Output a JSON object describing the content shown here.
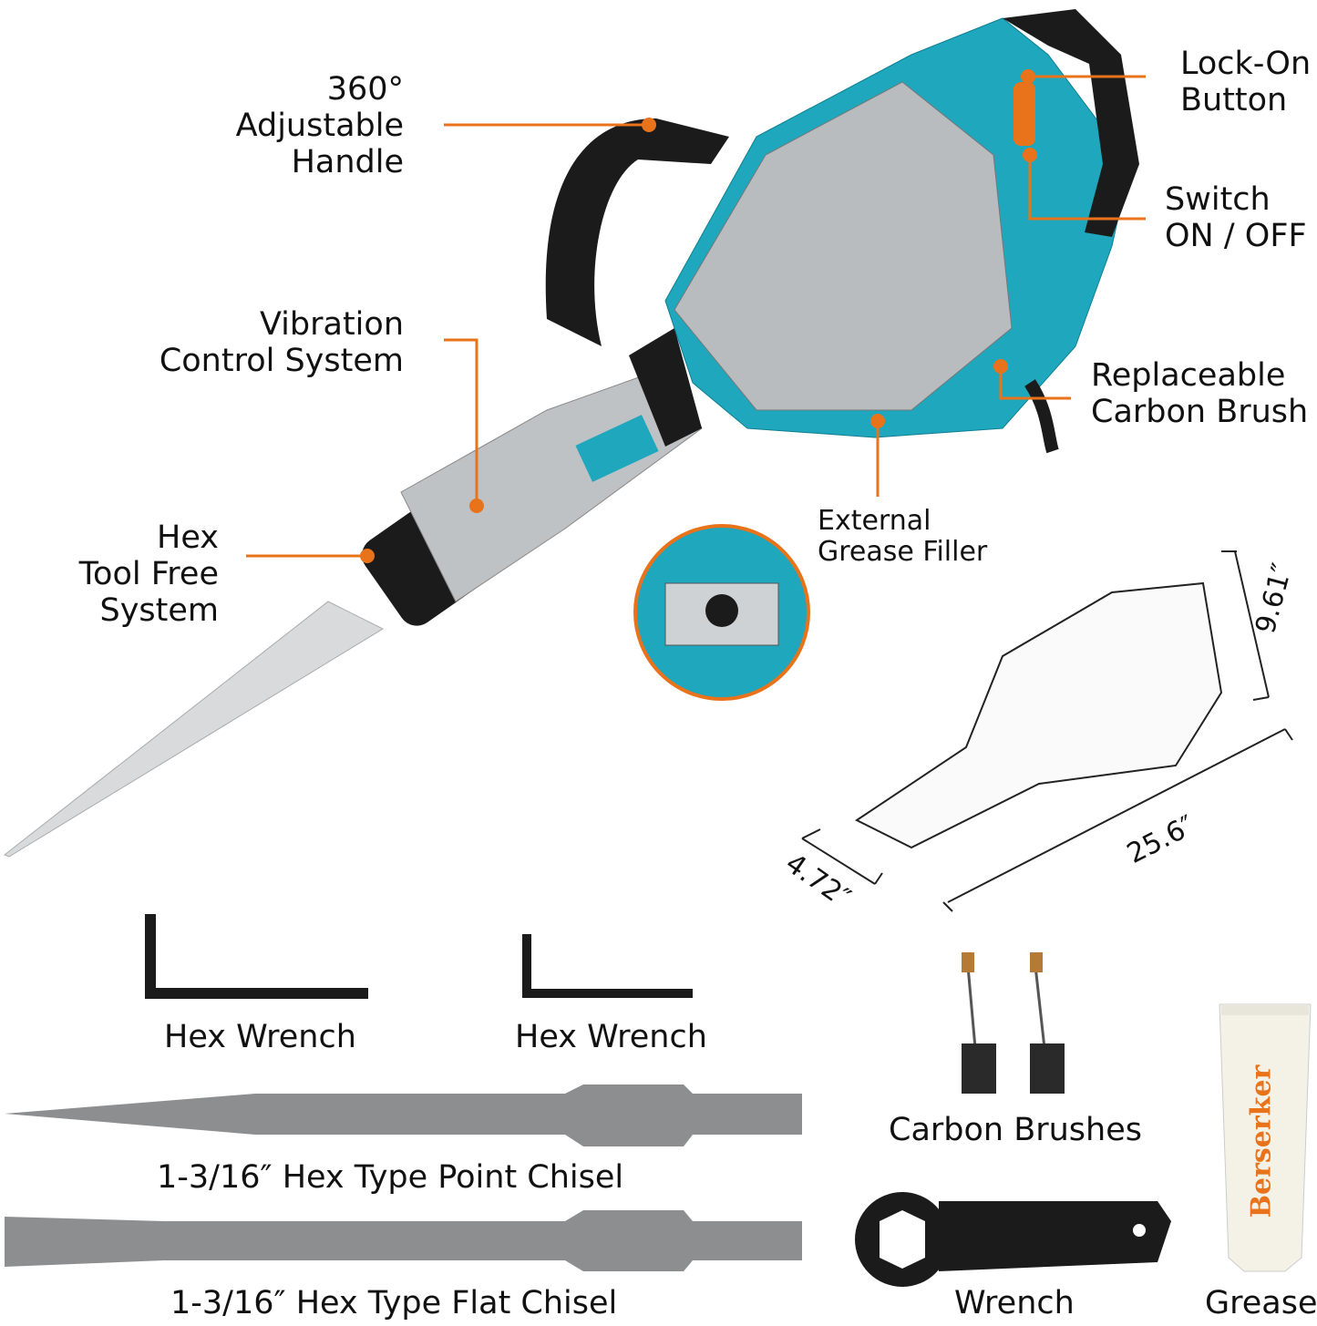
{
  "brand": "Berserker",
  "colors": {
    "accent": "#e8731a",
    "body_teal": "#1fa7bd",
    "body_silver": "#b9bcbf",
    "handle_black": "#1b1b1b"
  },
  "callouts": {
    "handle": [
      "360°",
      "Adjustable",
      "Handle"
    ],
    "lock_on": [
      "Lock-On",
      "Button"
    ],
    "switch": [
      "Switch",
      "ON / OFF"
    ],
    "vibration": [
      "Vibration",
      "Control System"
    ],
    "carbon_brush": [
      "Replaceable",
      "Carbon Brush"
    ],
    "grease_filler": [
      "External",
      "Grease Filler"
    ],
    "hex_system": [
      "Hex",
      "Tool Free",
      "System"
    ]
  },
  "dimensions": {
    "height": "9.61″",
    "length": "25.6″",
    "width": "4.72″"
  },
  "accessories": {
    "hex_wrench_1": "Hex Wrench",
    "hex_wrench_2": "Hex Wrench",
    "point_chisel": "1-3/16″  Hex Type Point Chisel",
    "flat_chisel": "1-3/16″  Hex Type Flat Chisel",
    "carbon_brushes": "Carbon Brushes",
    "wrench": "Wrench",
    "grease": "Grease"
  }
}
